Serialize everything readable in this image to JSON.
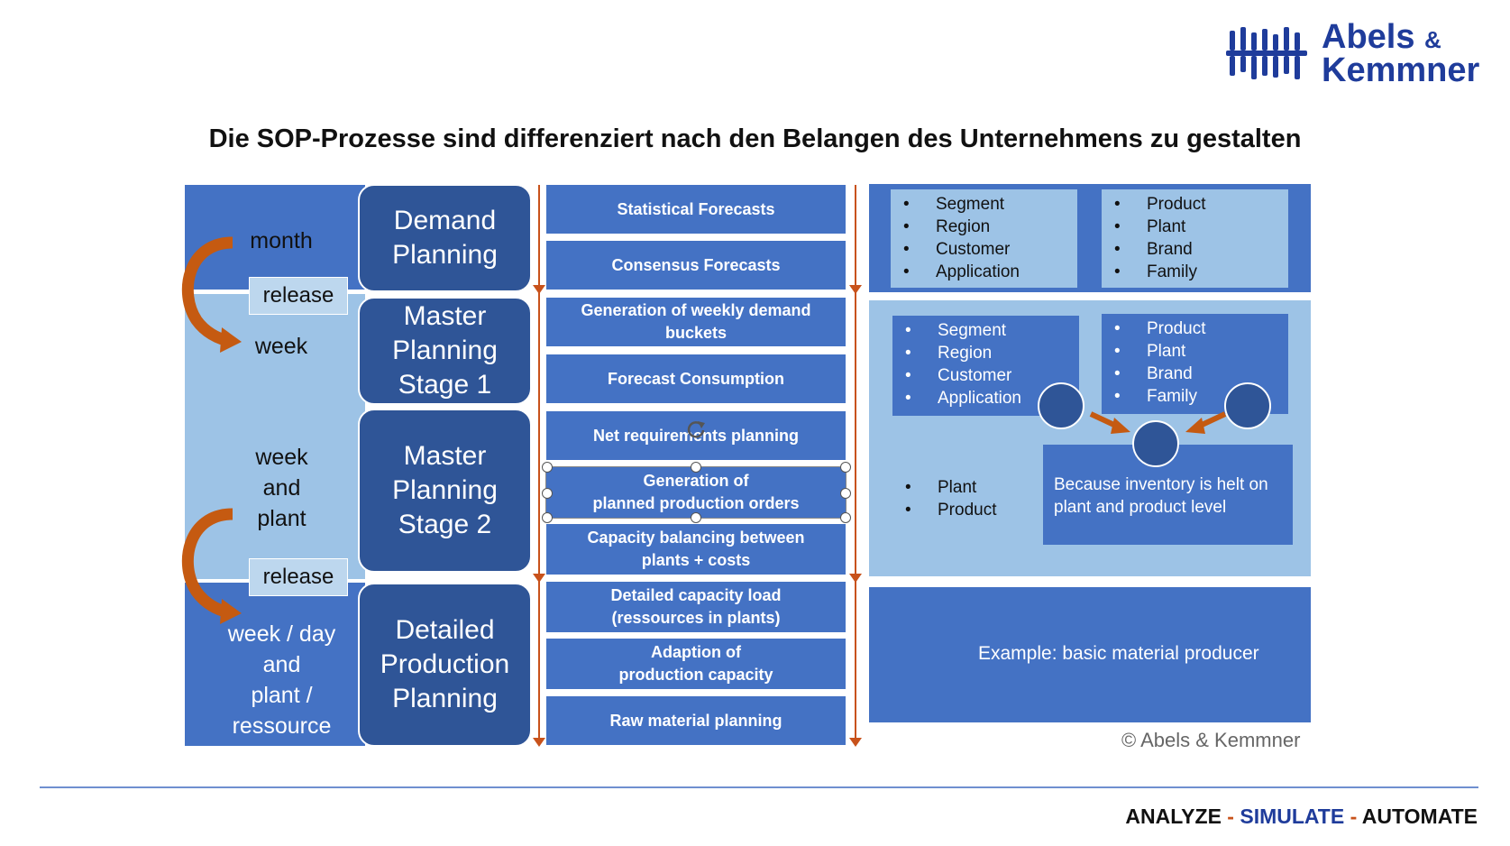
{
  "header": {
    "logo_line1": "Abels",
    "logo_amp": "&",
    "logo_line2": "Kemmner",
    "title": "Die SOP-Prozesse sind differenziert nach den Belangen des Unternehmens zu gestalten"
  },
  "timeline": {
    "month": "month",
    "release1": "release",
    "week": "week",
    "week_plant": "week\nand\nplant",
    "release2": "release",
    "week_day": "week / day\nand\nplant /\nressource"
  },
  "stages": [
    {
      "label": "Demand\nPlanning"
    },
    {
      "label": "Master\nPlanning\nStage 1"
    },
    {
      "label": "Master\nPlanning\nStage 2"
    },
    {
      "label": "Detailed\nProduction\nPlanning"
    }
  ],
  "processes": [
    {
      "label": "Statistical Forecasts"
    },
    {
      "label": "Consensus Forecasts"
    },
    {
      "label": "Generation of weekly demand\nbuckets"
    },
    {
      "label": "Forecast Consumption"
    },
    {
      "label": "Net requirements planning"
    },
    {
      "label": "Generation of\nplanned production orders"
    },
    {
      "label": "Capacity balancing between\nplants + costs"
    },
    {
      "label": "Detailed capacity load\n(ressources in plants)"
    },
    {
      "label": "Adaption of\nproduction capacity"
    },
    {
      "label": "Raw material planning"
    }
  ],
  "dimensions": {
    "top_left": [
      "Segment",
      "Region",
      "Customer",
      "Application"
    ],
    "top_right": [
      "Product",
      "Plant",
      "Brand",
      "Family"
    ],
    "mid_left": [
      "Segment",
      "Region",
      "Customer",
      "Application"
    ],
    "mid_right": [
      "Product",
      "Plant",
      "Brand",
      "Family"
    ],
    "mid_bottom": [
      "Plant",
      "Product"
    ],
    "bullet": "•",
    "note": "Because inventory is helt on plant and product level",
    "example": "Example: basic material producer"
  },
  "footer": {
    "copyright": "© Abels & Kemmner",
    "tag_analyze": "ANALYZE",
    "tag_dash": " - ",
    "tag_simulate": "SIMULATE",
    "tag_automate": "AUTOMATE"
  },
  "colors": {
    "dark_blue": "#2f5597",
    "medium_blue": "#4472c4",
    "light_blue": "#9dc3e6",
    "orange": "#c8521b",
    "brand": "#1f3c9b"
  }
}
